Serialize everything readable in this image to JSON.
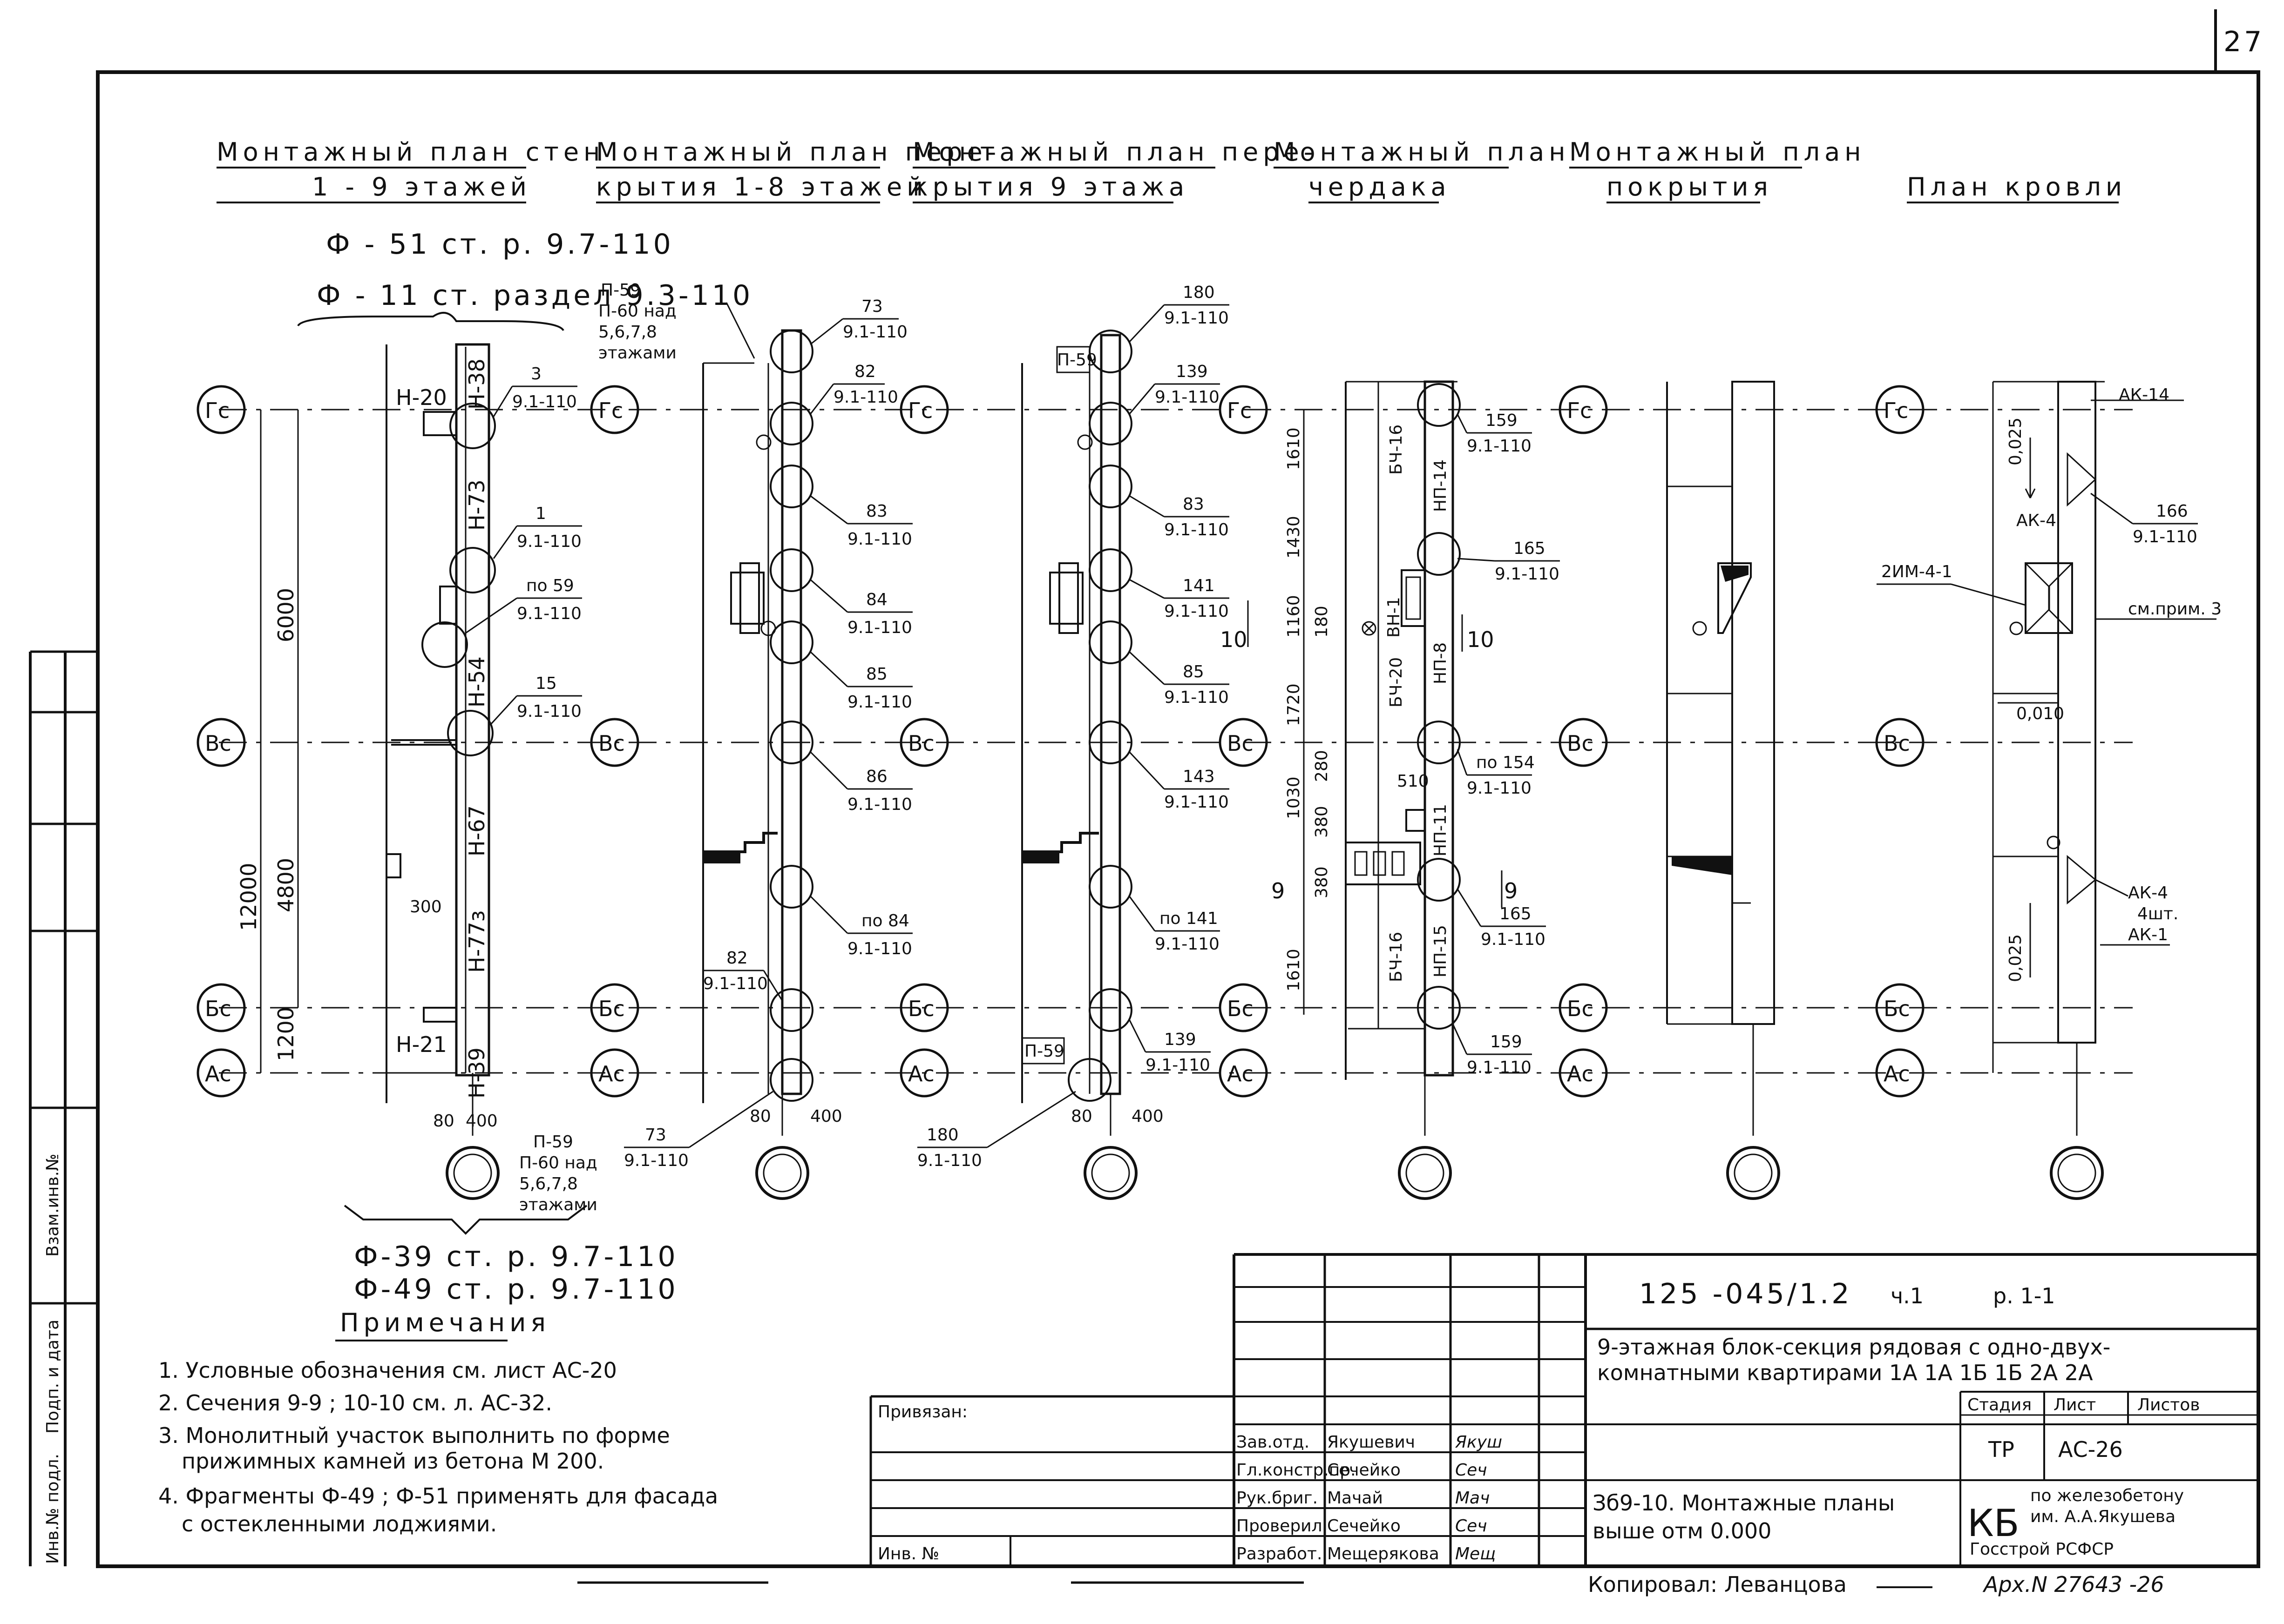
{
  "page_number": "27",
  "titles": [
    {
      "line1": "Монтажный план стен",
      "line2": "1 - 9 этажей"
    },
    {
      "line1": "Монтажный план пере-",
      "line2": "крытия 1-8 этажей"
    },
    {
      "line1": "Монтажный план пере-",
      "line2": "крытия 9 этажа"
    },
    {
      "line1": "Монтажный план",
      "line2": "чердака"
    },
    {
      "line1": "Монтажный план",
      "line2": "покрытия"
    },
    {
      "line1": "План кровли",
      "line2": ""
    }
  ],
  "refs_top": [
    "Ф - 51 ст. р. 9.7-110",
    "Ф - 11 ст. раздел 9.3-110"
  ],
  "refs_bottom": [
    "Ф-39 ст. р. 9.7-110",
    "Ф-49 ст. р. 9.7-110"
  ],
  "axes": [
    "Гс",
    "Вс",
    "Бс",
    "Ас"
  ],
  "dims_plan1": [
    "6000",
    "12000",
    "4800",
    "1200",
    "300",
    "80",
    "400"
  ],
  "dims_chordak": [
    "1610",
    "1430",
    "1160",
    "180",
    "1720",
    "280",
    "1030",
    "380",
    "510",
    "380",
    "1610"
  ],
  "section_marks": [
    "10",
    "9"
  ],
  "slopes": [
    "0,025",
    "0,010",
    "0,025"
  ],
  "plan1_labels": [
    "Н-20",
    "Н-38",
    "Н-73",
    "Н-54",
    "Н-67",
    "Н-77з",
    "Н-21",
    "Н-39"
  ],
  "plan1_callouts": [
    {
      "num": "3",
      "ref": "9.1-110"
    },
    {
      "num": "1",
      "ref": "9.1-110"
    },
    {
      "num": "по 59",
      "ref": "9.1-110"
    },
    {
      "num": "15",
      "ref": "9.1-110"
    }
  ],
  "plan1_bottom_note": [
    "П-59",
    "П-60 над",
    "5,6,7,8",
    "этажами"
  ],
  "plan2_top_note": [
    "П-59",
    "П-60 над",
    "5,6,7,8",
    "этажами"
  ],
  "plan2_callouts": [
    {
      "num": "73",
      "ref": "9.1-110"
    },
    {
      "num": "82",
      "ref": "9.1-110"
    },
    {
      "num": "83",
      "ref": "9.1-110"
    },
    {
      "num": "84",
      "ref": "9.1-110"
    },
    {
      "num": "85",
      "ref": "9.1-110"
    },
    {
      "num": "86",
      "ref": "9.1-110"
    },
    {
      "num": "по 84",
      "ref": "9.1-110"
    },
    {
      "num": "82",
      "ref": "9.1-110"
    },
    {
      "num": "73",
      "ref": "9.1-110"
    }
  ],
  "plan2_dims": [
    "80",
    "400"
  ],
  "plan3_label": "П-59",
  "plan3_callouts": [
    {
      "num": "180",
      "ref": "9.1-110"
    },
    {
      "num": "139",
      "ref": "9.1-110"
    },
    {
      "num": "83",
      "ref": "9.1-110"
    },
    {
      "num": "141",
      "ref": "9.1-110"
    },
    {
      "num": "85",
      "ref": "9.1-110"
    },
    {
      "num": "143",
      "ref": "9.1-110"
    },
    {
      "num": "по 141",
      "ref": "9.1-110"
    },
    {
      "num": "139",
      "ref": "9.1-110"
    },
    {
      "num": "180",
      "ref": "9.1-110"
    }
  ],
  "plan3_bottom": [
    "П-59",
    "80",
    "400"
  ],
  "plan4_labels": [
    "БЧ-16",
    "НП-14",
    "ВН-1",
    "БЧ-20",
    "НП-8",
    "НП-11",
    "НП-15",
    "БЧ-16"
  ],
  "plan4_callouts": [
    {
      "num": "159",
      "ref": "9.1-110"
    },
    {
      "num": "165",
      "ref": "9.1-110"
    },
    {
      "num": "по 154",
      "ref": "9.1-110"
    },
    {
      "num": "165",
      "ref": "9.1-110"
    },
    {
      "num": "159",
      "ref": "9.1-110"
    }
  ],
  "plan6_labels": [
    "АК-14",
    "АК-4",
    "166",
    "9.1-110",
    "2ИМ-4-1",
    "см.прим. 3",
    "АК-4",
    "4шт.",
    "АК-1"
  ],
  "notes_title": "Примечания",
  "notes": [
    "1. Условные обозначения см. лист АС-20",
    "2. Сечения 9-9 ; 10-10 см. л. АС-32.",
    "3. Монолитный участок выполнить по форме",
    "прижимных камней из бетона М 200.",
    "4. Фрагменты Ф-49 ; Ф-51 применять для фасада",
    "с остекленными лоджиями."
  ],
  "left_margin": [
    "Взам.инв.№",
    "Подп. и дата",
    "Инв.№ подл."
  ],
  "stamp": {
    "code": "125 -045/1.2",
    "part": "ч.1",
    "section": "р. 1-1",
    "title1": "9-этажная блок-секция рядовая с одно-двух-",
    "title2": "комнатными квартирами 1А 1А 1Б 1Б 2А 2А",
    "stage_h": "Стадия",
    "sheet_h": "Лист",
    "sheets_h": "Листов",
    "stage": "ТР",
    "sheet": "АС-26",
    "sheet_title1": "Зб9-10. Монтажные планы",
    "sheet_title2": "выше отм 0.000",
    "org_kb": "КБ",
    "org1": "по железобетону",
    "org2": "им. А.А.Якушева",
    "org3": "Госстрой РСФСР",
    "bound": "Привязан:",
    "inv": "Инв. №",
    "roles": [
      {
        "role": "Зав.отд.",
        "name": "Якушевич",
        "sign": "Якуш"
      },
      {
        "role": "Гл.констр.пр.",
        "name": "Сечейко",
        "sign": "Сеч"
      },
      {
        "role": "Рук.бриг.",
        "name": "Мачай",
        "sign": "Мач"
      },
      {
        "role": "Проверил",
        "name": "Сечейко",
        "sign": "Сеч"
      },
      {
        "role": "Разработ.",
        "name": "Мещерякова",
        "sign": "Мещ"
      }
    ],
    "copied": "Копировал: Леванцова",
    "archive": "Арх.N 27643 -26"
  }
}
